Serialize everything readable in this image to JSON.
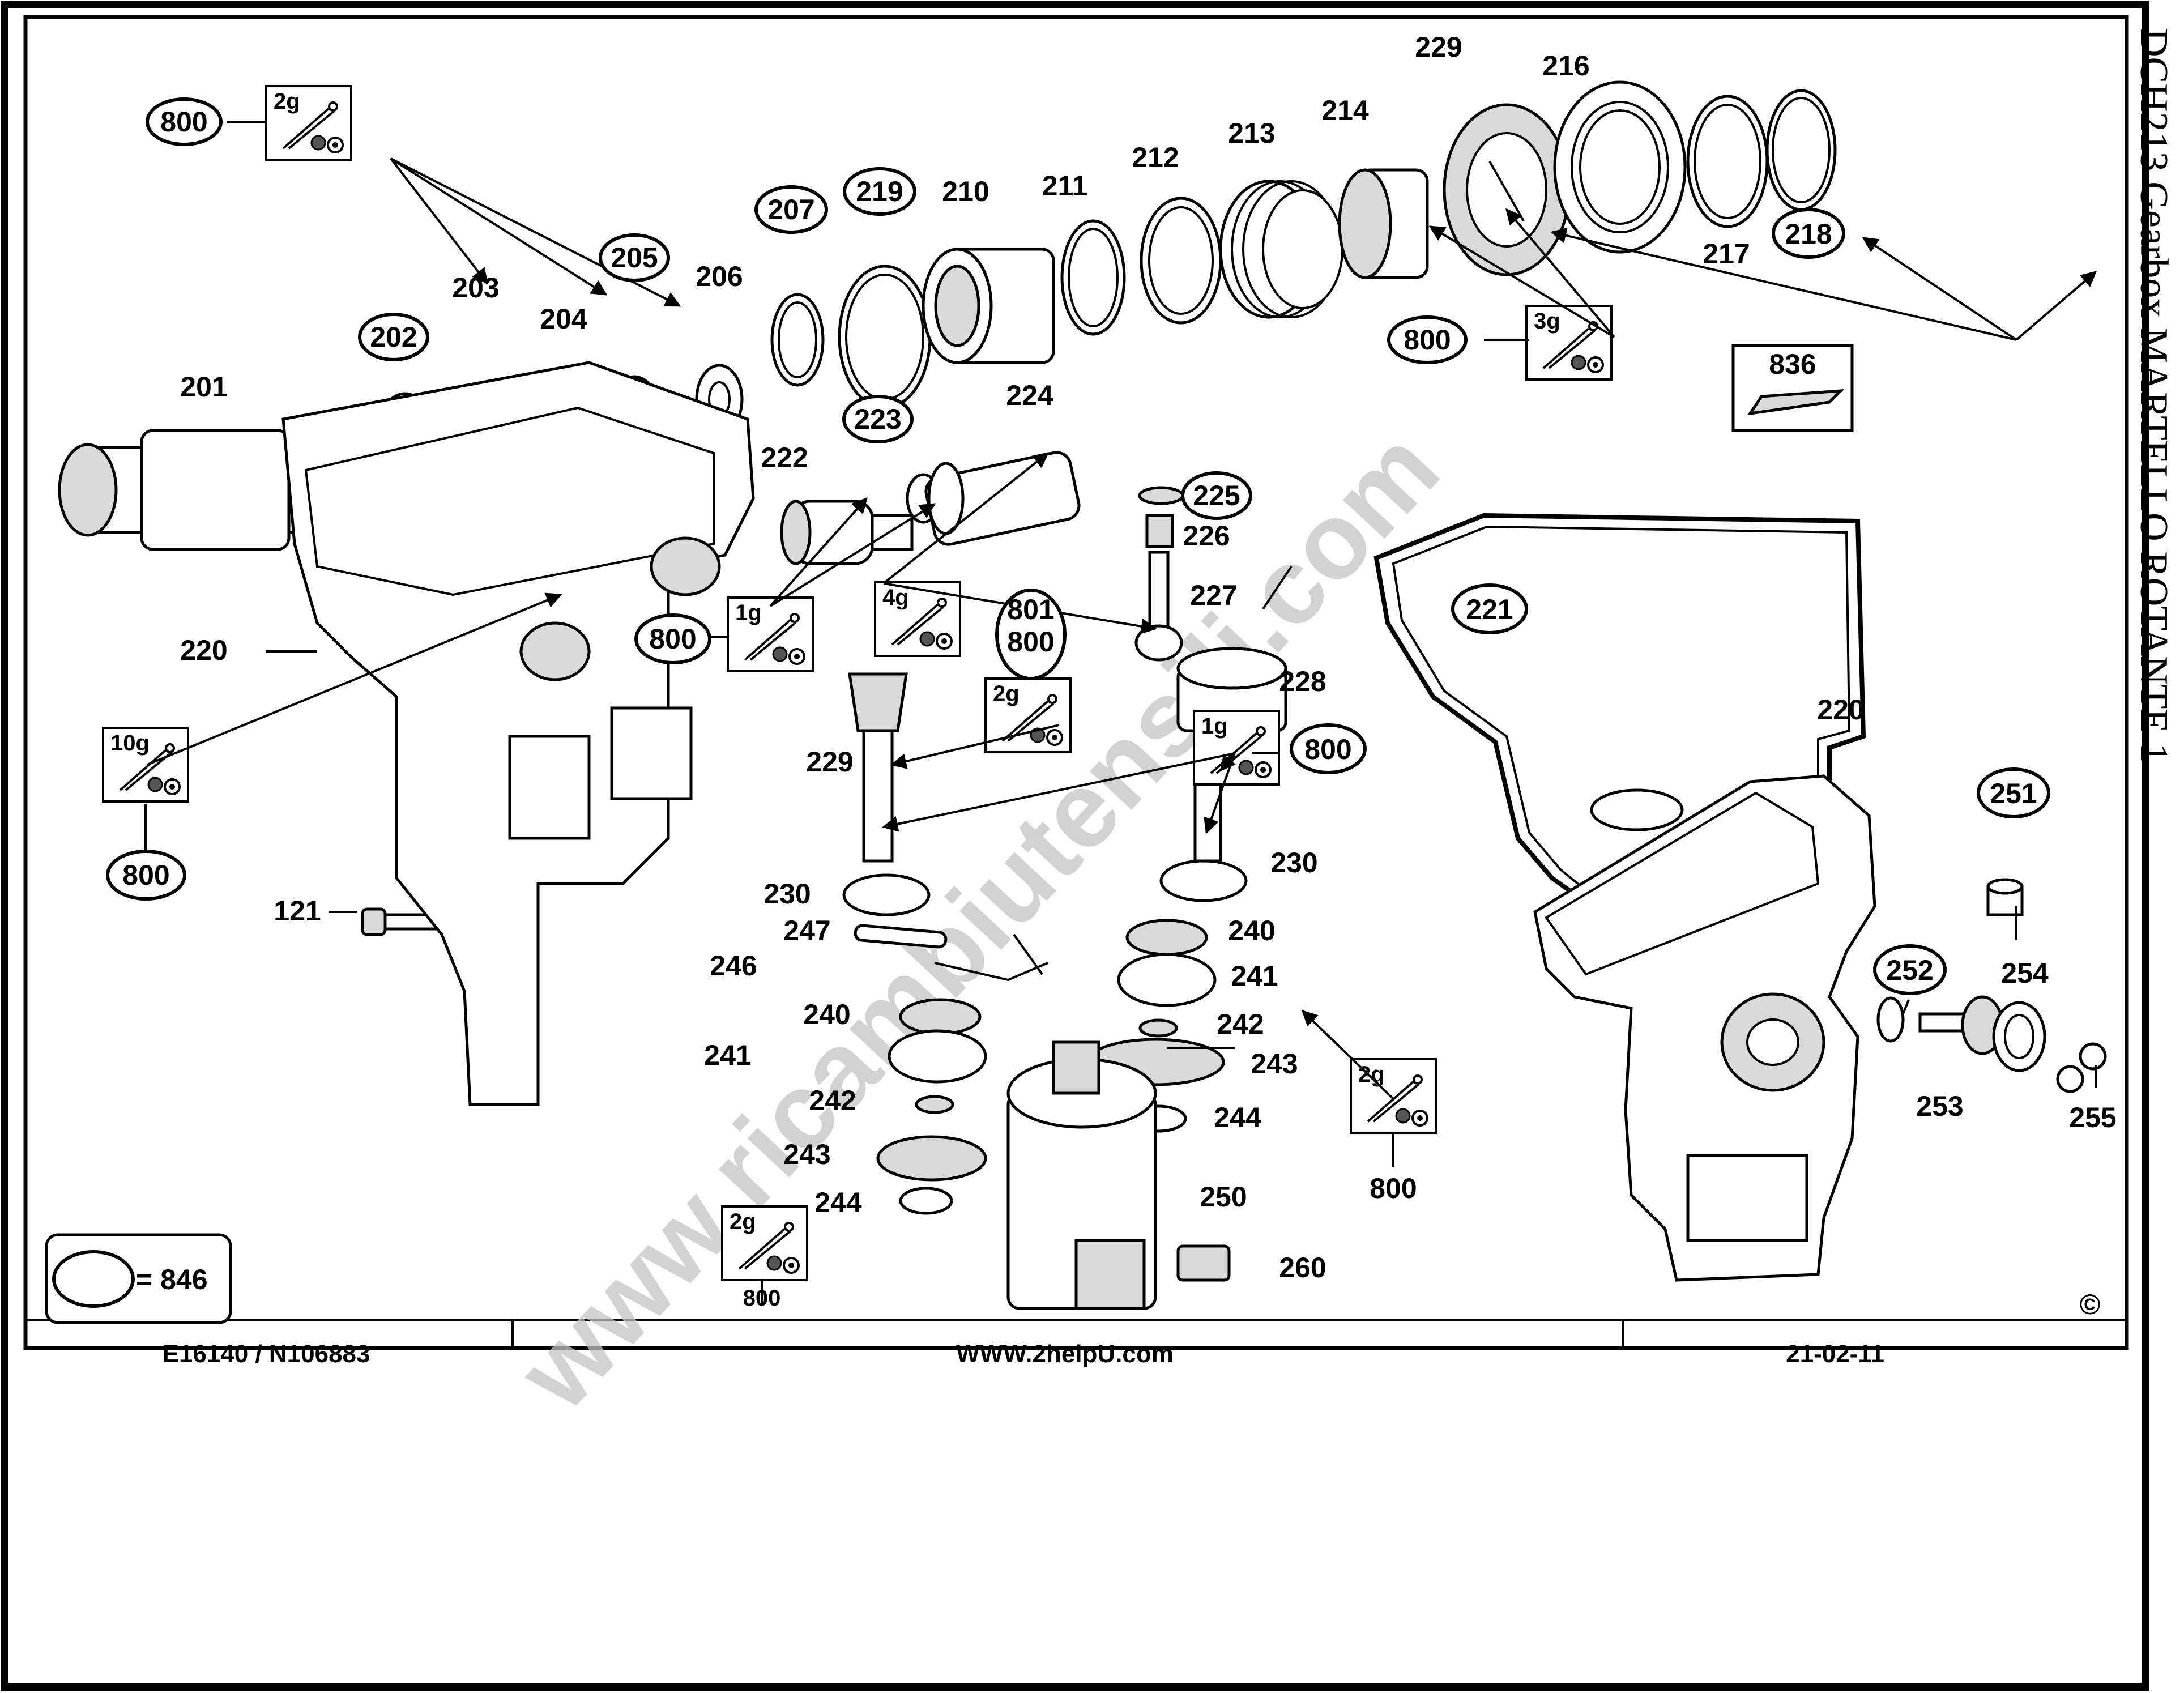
{
  "title": "DCH213  Gearbox  MARTELLO ROTANTE 1",
  "footer": {
    "left": "E16140 / N106883",
    "center": "WWW.2helpU.com",
    "right": "21-02-11"
  },
  "copyright": "©",
  "watermark": "www.ricambiutensili.com",
  "legend": {
    "symbol_label": "= 846"
  },
  "grease_kits": [
    "2g",
    "3g",
    "1g",
    "4g",
    "2g",
    "1g",
    "10g",
    "2g",
    "2g"
  ],
  "labels": {
    "p800_a": "800",
    "p202": "202",
    "p203": "203",
    "p204": "204",
    "p205": "205",
    "p206": "206",
    "p207": "207",
    "p219": "219",
    "p210": "210",
    "p211": "211",
    "p212": "212",
    "p213": "213",
    "p214": "214",
    "p229_top": "229",
    "p216": "216",
    "p217": "217",
    "p218": "218",
    "p836": "836",
    "p800_b": "800",
    "p201": "201",
    "p222": "222",
    "p223": "223",
    "p224": "224",
    "p225": "225",
    "p226": "226",
    "p227": "227",
    "p221": "221",
    "p800_c": "800",
    "p801": "801",
    "p800_d": "800",
    "p220_left": "220",
    "p228": "228",
    "p229": "229",
    "p800_e": "800",
    "p230_l": "230",
    "p230_r": "230",
    "p121": "121",
    "p800_f": "800",
    "p247": "247",
    "p246": "246",
    "p240_l": "240",
    "p240_r": "240",
    "p241_l": "241",
    "p241_r": "241",
    "p242_l": "242",
    "p242_r": "242",
    "p243_l": "243",
    "p243_r": "243",
    "p244_l": "244",
    "p244_r": "244",
    "p250": "250",
    "p260": "260",
    "p800_g": "800",
    "p800_h": "800",
    "p220_right": "220",
    "p251": "251",
    "p252": "252",
    "p254": "254",
    "p253": "253",
    "p255": "255"
  }
}
